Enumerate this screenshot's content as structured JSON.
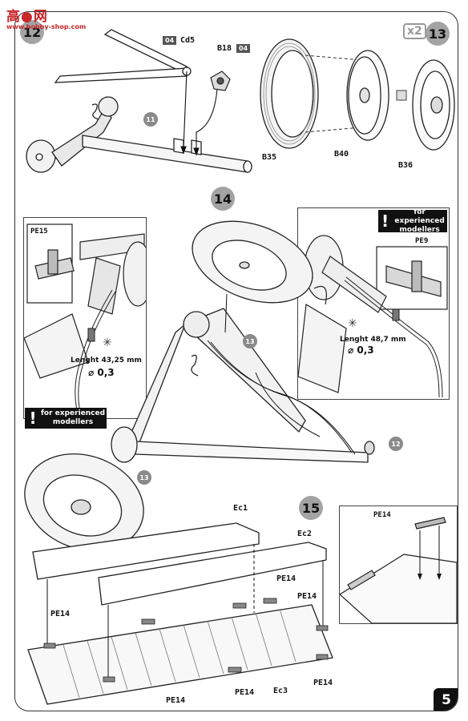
{
  "watermark": {
    "chars": "高●网",
    "url": "www.hobby-shop.com"
  },
  "page_number": "5",
  "steps": {
    "s12": "12",
    "s13": "13",
    "s14": "14",
    "s15": "15"
  },
  "multiplier": "x2",
  "step12": {
    "cd5_tag": "04",
    "cd5": "Cd5",
    "b18": "B18",
    "b18_tag": "04",
    "ref11": "11"
  },
  "step13": {
    "b35": "B35",
    "b40": "B40",
    "b36": "B36"
  },
  "step14": {
    "left_inset": {
      "part": "PE15",
      "length": "Lenght 43,25 mm",
      "diameter": "⌀ 0,3"
    },
    "right_inset": {
      "part": "PE9",
      "length": "Lenght 48,7 mm",
      "diameter": "⌀ 0,3"
    },
    "notice": {
      "line1": "for experienced",
      "line2": "modellers",
      "mark": "!"
    },
    "ref13a": "13",
    "ref13b": "13",
    "ref12": "12"
  },
  "step15": {
    "ec1": "Ec1",
    "ec2": "Ec2",
    "ec3": "Ec3",
    "pe14": "PE14",
    "inset_part": "PE14"
  },
  "colors": {
    "step_gray": "#a3a3a3",
    "ref_gray": "#8a8a8a",
    "watermark_red": "#c8262a",
    "ink": "#111111"
  }
}
